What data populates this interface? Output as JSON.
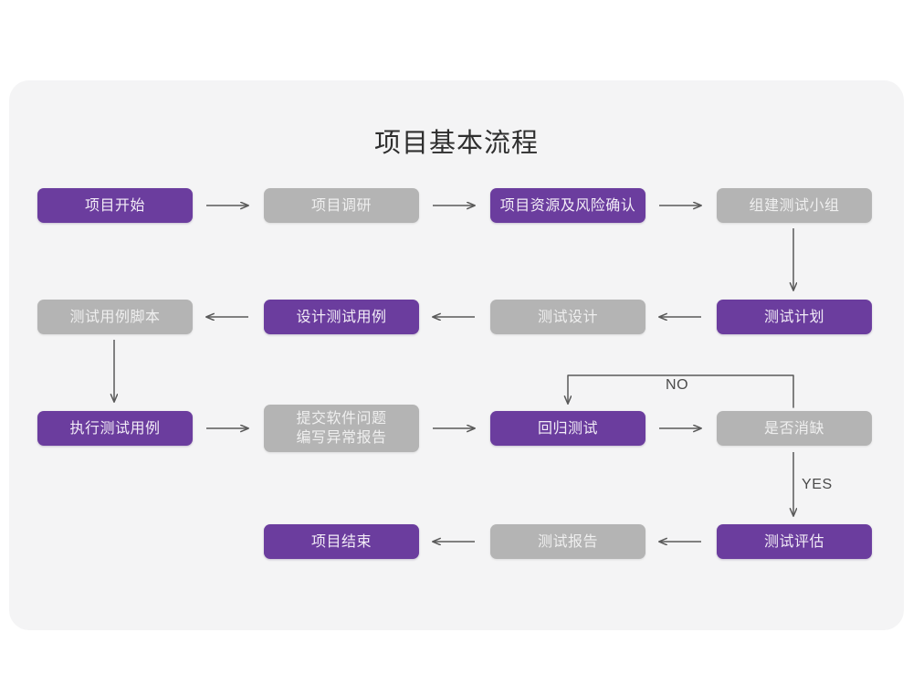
{
  "diagram": {
    "title": "项目基本流程",
    "colors": {
      "purple": "#6B3D9E",
      "gray": "#B4B4B4",
      "card_bg": "#F4F4F5",
      "page_bg": "#FFFFFF",
      "connector": "#5A5A5A",
      "purple_text": "#F2ECF7",
      "gray_text": "#EFEFEF",
      "title_text": "#2F2F2F"
    },
    "nodes": [
      {
        "id": "n1",
        "label": "项目开始",
        "style": "purple",
        "row": 1,
        "col": 1
      },
      {
        "id": "n2",
        "label": "项目调研",
        "style": "gray",
        "row": 1,
        "col": 2
      },
      {
        "id": "n3",
        "label": "项目资源及风险确认",
        "style": "purple",
        "row": 1,
        "col": 3
      },
      {
        "id": "n4",
        "label": "组建测试小组",
        "style": "gray",
        "row": 1,
        "col": 4
      },
      {
        "id": "n5",
        "label": "测试用例脚本",
        "style": "gray",
        "row": 2,
        "col": 1
      },
      {
        "id": "n6",
        "label": "设计测试用例",
        "style": "purple",
        "row": 2,
        "col": 2
      },
      {
        "id": "n7",
        "label": "测试设计",
        "style": "gray",
        "row": 2,
        "col": 3
      },
      {
        "id": "n8",
        "label": "测试计划",
        "style": "purple",
        "row": 2,
        "col": 4
      },
      {
        "id": "n9",
        "label": "执行测试用例",
        "style": "purple",
        "row": 3,
        "col": 1
      },
      {
        "id": "n10",
        "label": "提交软件问题\n编写异常报告",
        "style": "gray",
        "row": 3,
        "col": 2
      },
      {
        "id": "n11",
        "label": "回归测试",
        "style": "purple",
        "row": 3,
        "col": 3
      },
      {
        "id": "n12",
        "label": "是否消缺",
        "style": "gray",
        "row": 3,
        "col": 4
      },
      {
        "id": "n13",
        "label": "项目结束",
        "style": "purple",
        "row": 4,
        "col": 2
      },
      {
        "id": "n14",
        "label": "测试报告",
        "style": "gray",
        "row": 4,
        "col": 3
      },
      {
        "id": "n15",
        "label": "测试评估",
        "style": "purple",
        "row": 4,
        "col": 4
      }
    ],
    "edges": [
      {
        "from": "n1",
        "to": "n2",
        "direction": "right",
        "label": ""
      },
      {
        "from": "n2",
        "to": "n3",
        "direction": "right",
        "label": ""
      },
      {
        "from": "n3",
        "to": "n4",
        "direction": "right",
        "label": ""
      },
      {
        "from": "n4",
        "to": "n8",
        "direction": "down",
        "label": ""
      },
      {
        "from": "n8",
        "to": "n7",
        "direction": "left",
        "label": ""
      },
      {
        "from": "n7",
        "to": "n6",
        "direction": "left",
        "label": ""
      },
      {
        "from": "n6",
        "to": "n5",
        "direction": "left",
        "label": ""
      },
      {
        "from": "n5",
        "to": "n9",
        "direction": "down",
        "label": ""
      },
      {
        "from": "n9",
        "to": "n10",
        "direction": "right",
        "label": ""
      },
      {
        "from": "n10",
        "to": "n11",
        "direction": "right",
        "label": ""
      },
      {
        "from": "n11",
        "to": "n12",
        "direction": "right",
        "label": ""
      },
      {
        "from": "n12",
        "to": "n11",
        "direction": "loop-up-left",
        "label": "NO"
      },
      {
        "from": "n12",
        "to": "n15",
        "direction": "down",
        "label": "YES"
      },
      {
        "from": "n15",
        "to": "n14",
        "direction": "left",
        "label": ""
      },
      {
        "from": "n14",
        "to": "n13",
        "direction": "left",
        "label": ""
      }
    ],
    "edge_labels": {
      "no": "NO",
      "yes": "YES"
    }
  }
}
